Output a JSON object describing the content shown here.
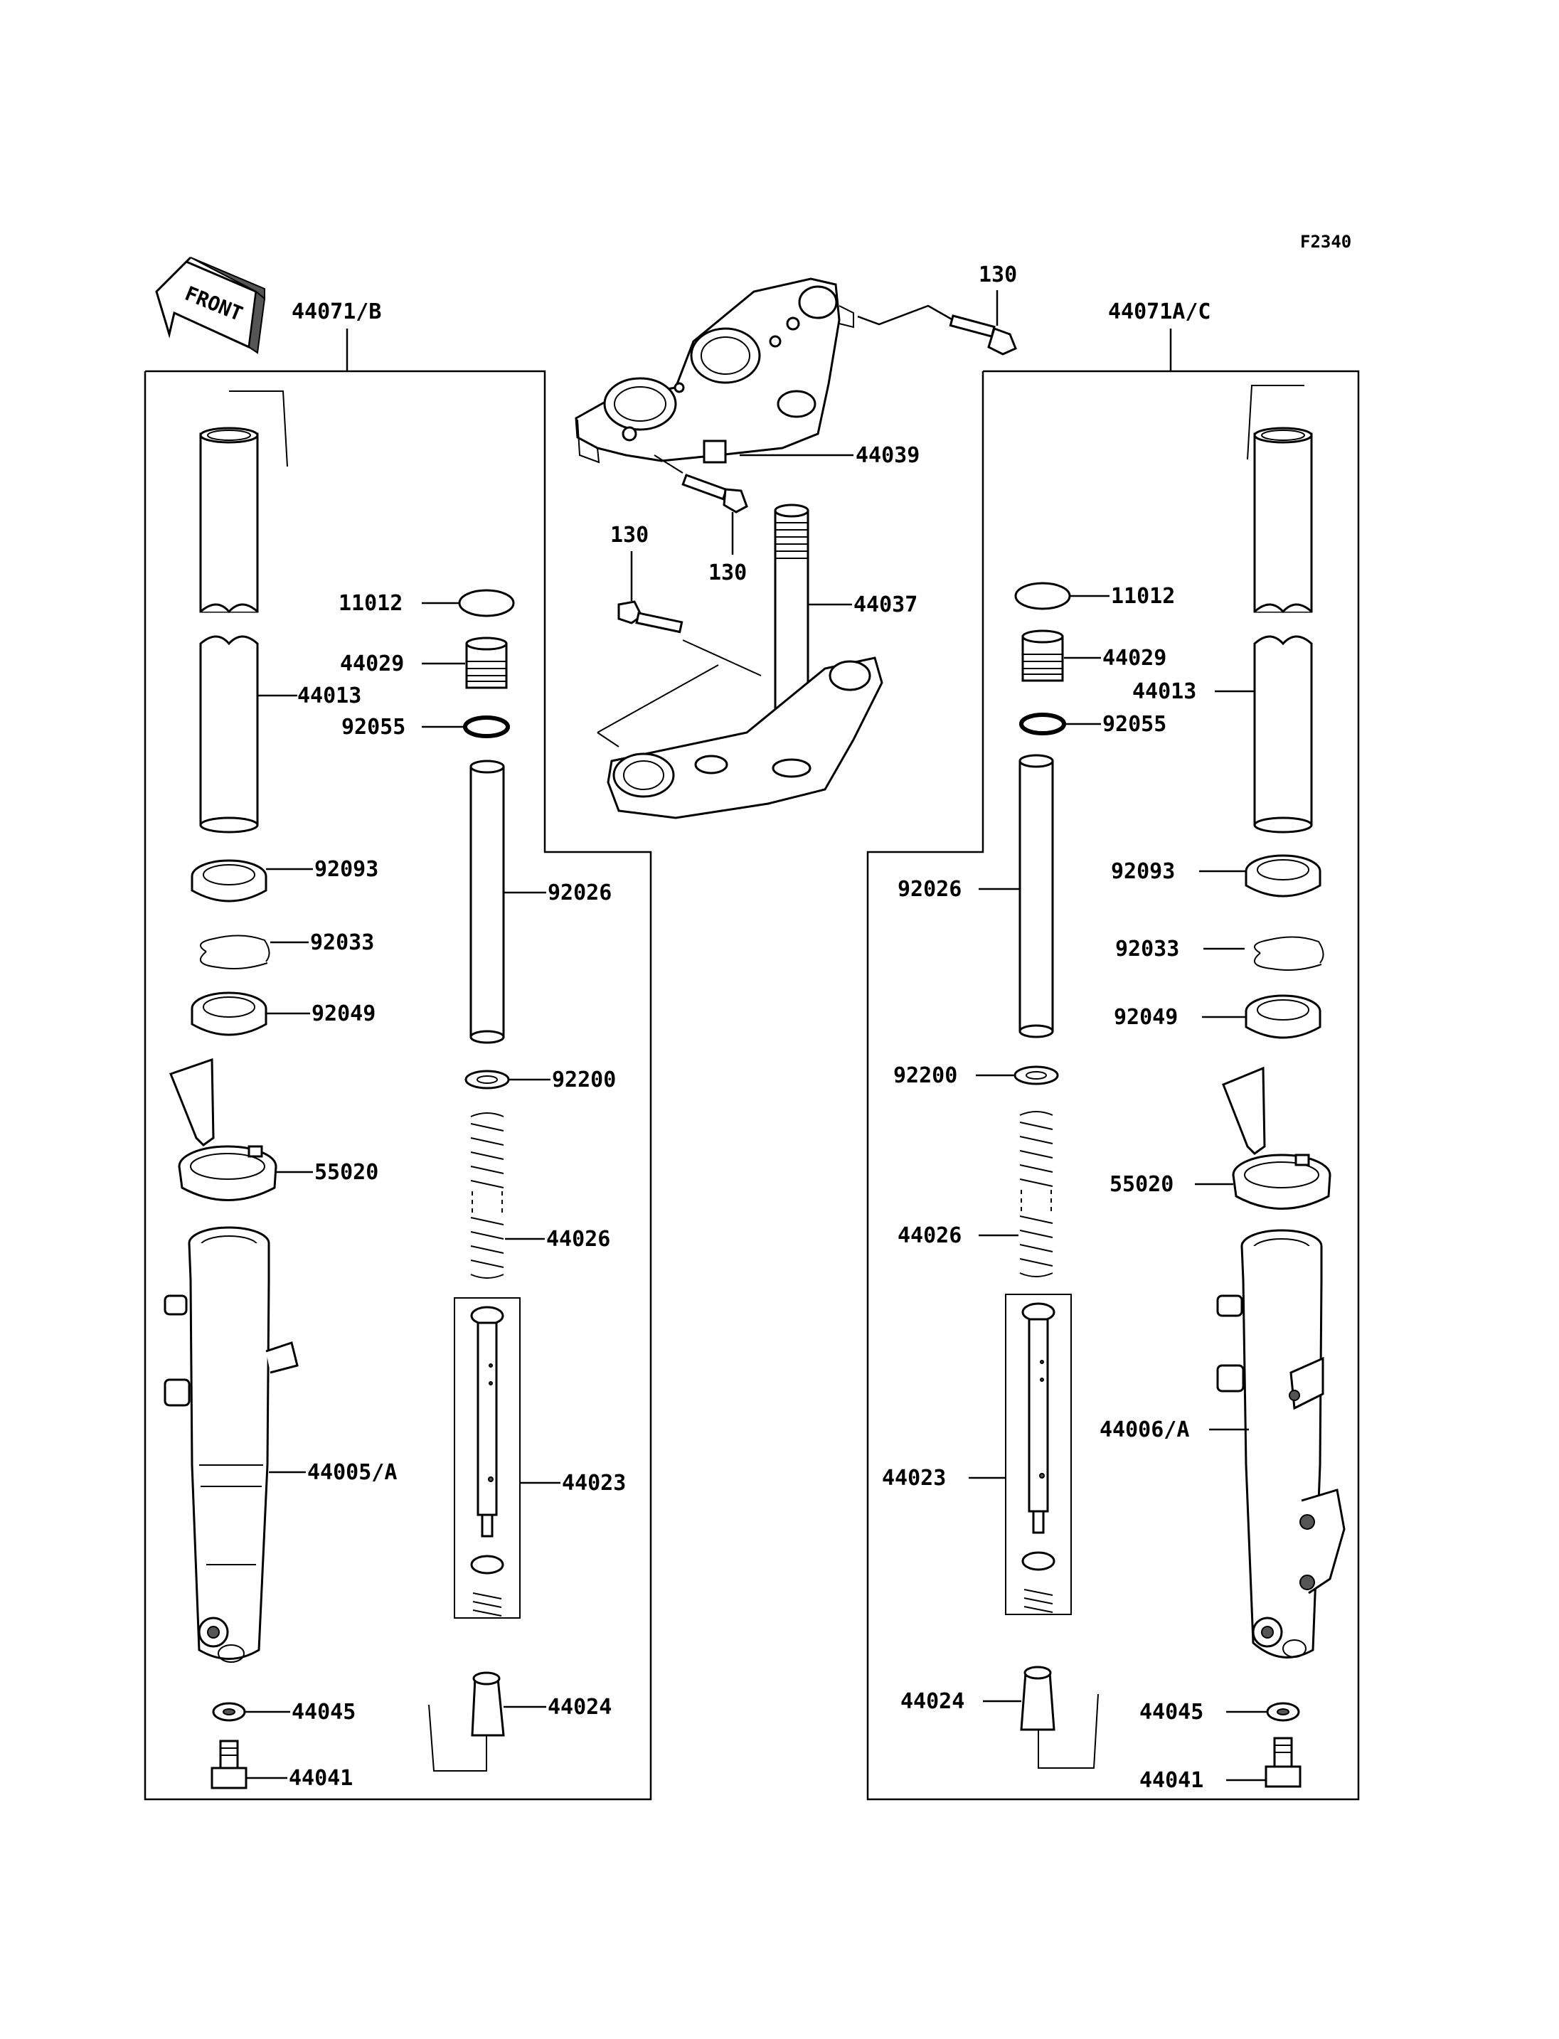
{
  "figure_code": "F2340",
  "front_label": "FRONT",
  "assembly_labels": {
    "left": "44071/B",
    "right": "44071A/C"
  },
  "parts": {
    "bolt_upper": "130",
    "bolt_mid": "130",
    "bolt_lower": "130",
    "upper_bracket": "44039",
    "stem": "44037",
    "left": {
      "cap": "11012",
      "adjuster": "44029",
      "inner_tube": "44013",
      "oring": "92055",
      "spacer": "92026",
      "dust_seal": "92093",
      "clip": "92033",
      "oil_seal": "92049",
      "washer": "92200",
      "guard": "55020",
      "spring": "44026",
      "outer_tube": "44005/A",
      "cylinder": "44023",
      "gasket": "44045",
      "piece": "44024",
      "bolt": "44041"
    },
    "right": {
      "cap": "11012",
      "adjuster": "44029",
      "inner_tube": "44013",
      "oring": "92055",
      "spacer": "92026",
      "dust_seal": "92093",
      "clip": "92033",
      "oil_seal": "92049",
      "washer": "92200",
      "guard": "55020",
      "spring": "44026",
      "outer_tube": "44006/A",
      "cylinder": "44023",
      "gasket": "44045",
      "piece": "44024",
      "bolt": "44041"
    }
  }
}
